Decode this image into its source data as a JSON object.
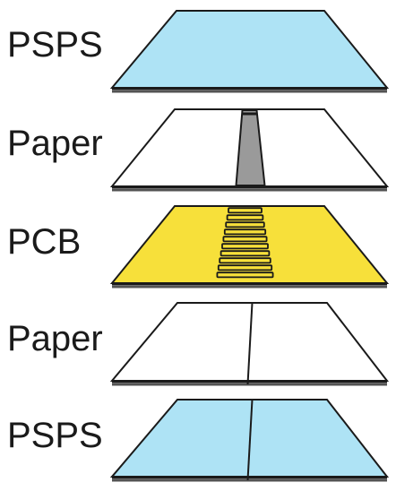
{
  "layers": [
    {
      "label": "PSPS",
      "fill": "#aee3f5",
      "feature": "none"
    },
    {
      "label": "Paper",
      "fill": "#ffffff",
      "feature": "tapered-strip",
      "feature_fill": "#9a9a9a"
    },
    {
      "label": "PCB",
      "fill": "#f7e03a",
      "feature": "meander-coil",
      "feature_fill": "#f7e03a"
    },
    {
      "label": "Paper",
      "fill": "#ffffff",
      "feature": "center-line"
    },
    {
      "label": "PSPS",
      "fill": "#aee3f5",
      "feature": "center-line"
    }
  ],
  "colors": {
    "outline": "#1a1a1a",
    "text": "#1a1a1a"
  }
}
